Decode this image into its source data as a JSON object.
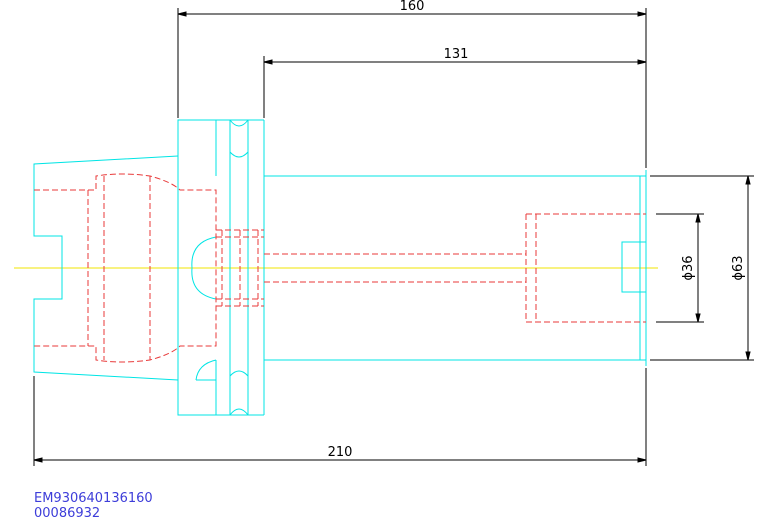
{
  "dimensions": {
    "overall_gauge": "160",
    "inner_gauge": "131",
    "total_length": "210",
    "bore_diameter": "ϕ36",
    "body_diameter": "ϕ63"
  },
  "part_code": {
    "line1": "EM930640136160",
    "line2": "00086932"
  },
  "colors": {
    "outline": "#00e5e5",
    "hidden": "#e83a3a",
    "centerline": "#f2e400",
    "dimension": "#000000",
    "code_text": "#3d3dd9"
  }
}
